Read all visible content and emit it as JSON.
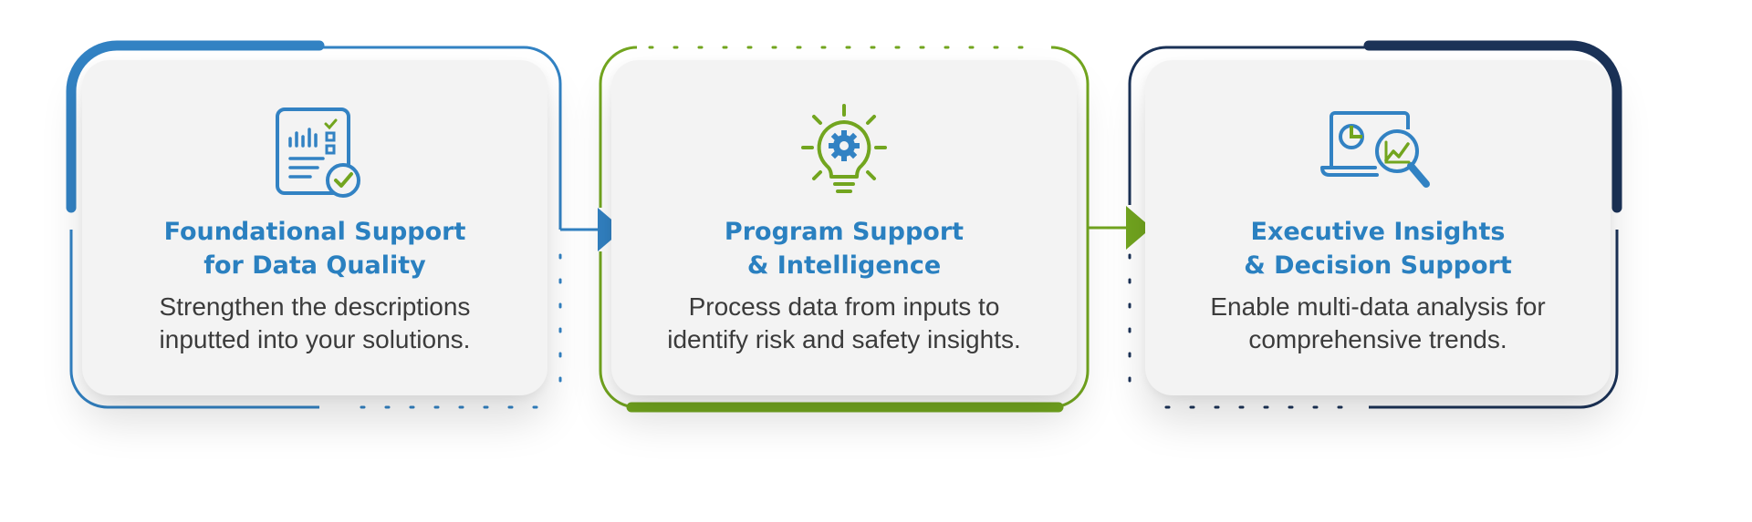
{
  "colors": {
    "blue": "#3282c3",
    "green": "#72a51f",
    "navy": "#1b3257",
    "card_bg": "#f3f3f3",
    "title": "#2a80c0",
    "text": "#3b3b3b"
  },
  "steps": [
    {
      "icon": "report-checklist-icon",
      "title_line1": "Foundational Support",
      "title_line2": "for Data Quality",
      "desc_line1": "Strengthen the descriptions",
      "desc_line2": "inputted into your solutions."
    },
    {
      "icon": "lightbulb-gear-icon",
      "title_line1": "Program Support",
      "title_line2": "& Intelligence",
      "desc_line1": "Process data from inputs to",
      "desc_line2": "identify risk and safety insights."
    },
    {
      "icon": "laptop-analytics-magnifier-icon",
      "title_line1": "Executive Insights",
      "title_line2": "& Decision Support",
      "desc_line1": "Enable multi-data analysis for",
      "desc_line2": "comprehensive trends."
    }
  ]
}
